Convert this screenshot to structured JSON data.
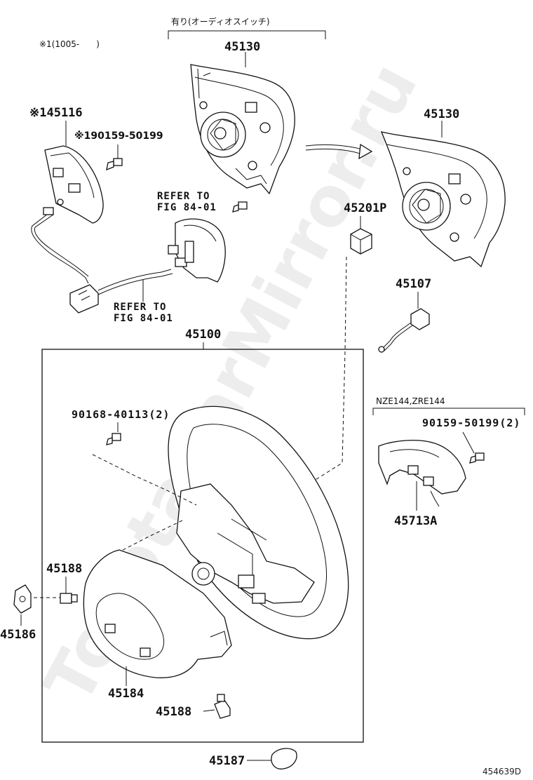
{
  "diagram": {
    "watermark": "ToyotaCarMirror.ru",
    "figure_id": "454639D",
    "notes": {
      "audio_switch_note": "有り(オーディオスイッチ)",
      "production_note": "※1(1005-　　)",
      "model_note": "NZE144,ZRE144"
    },
    "refer_labels": {
      "refer_top_line1": "REFER TO",
      "refer_top_line2": "FIG 84-01",
      "refer_bottom_line1": "REFER TO",
      "refer_bottom_line2": "FIG 84-01"
    },
    "parts": {
      "p45130_top": "45130",
      "p45130_right": "45130",
      "p45116": "※145116",
      "p90159_top": "※190159-50199",
      "p45201p": "45201P",
      "p45107": "45107",
      "p45100": "45100",
      "p90168": "90168-40113(2)",
      "p90159_right": "90159-50199(2)",
      "p45713a": "45713A",
      "p45188_left": "45188",
      "p45186": "45186",
      "p45184": "45184",
      "p45188_bottom": "45188",
      "p45187": "45187"
    }
  }
}
